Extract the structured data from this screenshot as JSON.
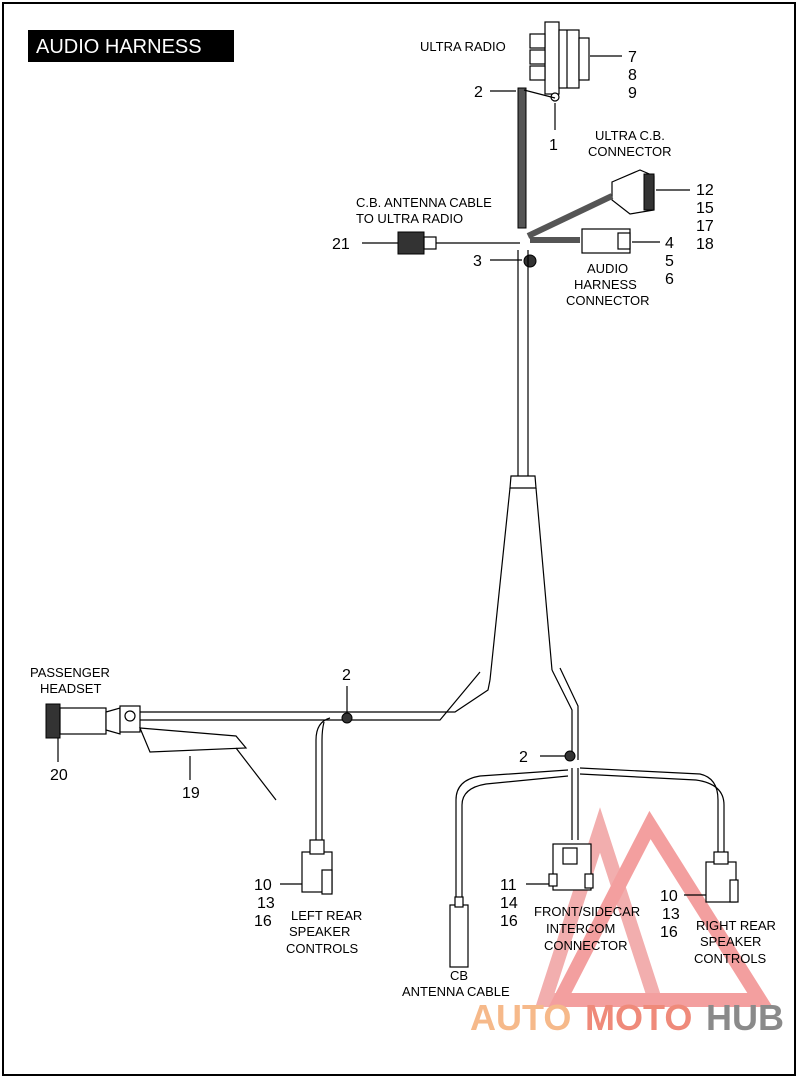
{
  "title": "AUDIO HARNESS",
  "labels": {
    "ultra_radio": "ULTRA RADIO",
    "ultra_cb_connector_1": "ULTRA C.B.",
    "ultra_cb_connector_2": "CONNECTOR",
    "cb_antenna_to_radio_1": "C.B. ANTENNA CABLE",
    "cb_antenna_to_radio_2": "TO ULTRA RADIO",
    "audio_harness_connector_1": "AUDIO",
    "audio_harness_connector_2": "HARNESS",
    "audio_harness_connector_3": "CONNECTOR",
    "passenger_headset_1": "PASSENGER",
    "passenger_headset_2": "HEADSET",
    "left_rear_1": "LEFT REAR",
    "left_rear_2": "SPEAKER",
    "left_rear_3": "CONTROLS",
    "front_sidecar_1": "FRONT/SIDECAR",
    "front_sidecar_2": "INTERCOM",
    "front_sidecar_3": "CONNECTOR",
    "right_rear_1": "RIGHT REAR",
    "right_rear_2": "SPEAKER",
    "right_rear_3": "CONTROLS",
    "cb_antenna_cable_1": "CB",
    "cb_antenna_cable_2": "ANTENNA CABLE"
  },
  "callouts": {
    "n1": "1",
    "n2a": "2",
    "n2b": "2",
    "n2c": "2",
    "n3": "3",
    "n4": "4",
    "n5": "5",
    "n6": "6",
    "n7": "7",
    "n8": "8",
    "n9": "9",
    "n10a": "10",
    "n13a": "13",
    "n16a": "16",
    "n10b": "10",
    "n13b": "13",
    "n16b": "16",
    "n11": "11",
    "n14": "14",
    "n16c": "16",
    "n12": "12",
    "n15": "15",
    "n17": "17",
    "n18": "18",
    "n19": "19",
    "n20": "20",
    "n21": "21"
  },
  "watermark": {
    "auto": "AUTO",
    "moto": "MOTO",
    "hub": "HUB",
    "colors": {
      "auto": "#f6b98a",
      "moto": "#ef8a7a",
      "hub": "#8a8a8a"
    }
  }
}
